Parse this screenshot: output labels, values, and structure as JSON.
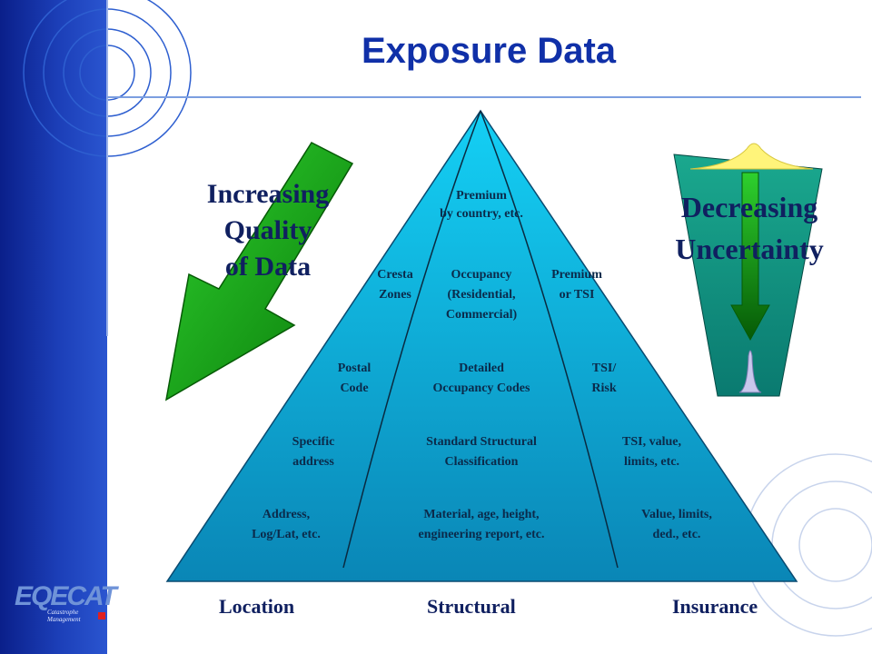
{
  "title": "Exposure Data",
  "left_arrow_text": "Increasing\nQuality\nof Data",
  "right_arrow_text": "Decreasing\nUncertainty",
  "columns": [
    "Location",
    "Structural",
    "Insurance"
  ],
  "pyramid": {
    "top": "Premium\nby country, etc.",
    "location": [
      "Cresta\nZones",
      "Postal\nCode",
      "Specific\naddress",
      "Address,\nLog/Lat, etc."
    ],
    "structural": [
      "Occupancy\n(Residential,\nCommercial)",
      "Detailed\nOccupancy Codes",
      "Standard Structural\nClassification",
      "Material, age, height,\nengineering report, etc."
    ],
    "insurance": [
      "Premium\nor TSI",
      "TSI/\nRisk",
      "TSI, value,\nlimits, etc.",
      "Value, limits,\nded., etc."
    ]
  },
  "logo": {
    "name": "EQECAT",
    "tagline": "Catastrophe Management"
  },
  "colors": {
    "sidebar": "#1c3fb8",
    "pyramid_top": "#14c8f0",
    "pyramid_bottom": "#0a88b8",
    "arrow_green": "#1aa81a",
    "title": "#1030a8"
  }
}
